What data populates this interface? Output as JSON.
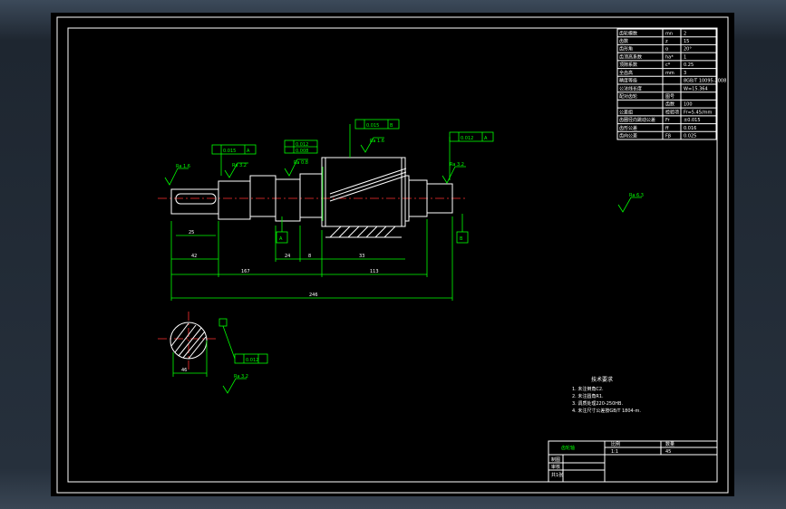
{
  "params_table": {
    "rows": [
      {
        "name": "齿轮模数",
        "sym": "mn",
        "val": "2"
      },
      {
        "name": "齿数",
        "sym": "z",
        "val": "15"
      },
      {
        "name": "齿形角",
        "sym": "α",
        "val": "20°"
      },
      {
        "name": "齿顶高系数",
        "sym": "ha*",
        "val": "1"
      },
      {
        "name": "顶隙系数",
        "sym": "c*",
        "val": "0.25"
      },
      {
        "name": "全齿高",
        "sym": "mm",
        "val": "3"
      },
      {
        "name": "精度等级",
        "sym": "",
        "val": "8GB/T 10095-2008"
      },
      {
        "name": "公法线长度",
        "sym": "",
        "val": "W=15.364"
      },
      {
        "name": "配对齿轮",
        "sym": "图号",
        "val": ""
      },
      {
        "name": "",
        "sym": "齿数",
        "val": "100"
      },
      {
        "name": "公差组",
        "sym": "检验项",
        "val": "Fr=5.45/mm"
      },
      {
        "name": "齿圈径向跳动公差",
        "sym": "Fr",
        "val": "±0.015"
      },
      {
        "name": "齿形公差",
        "sym": "ff",
        "val": "0.016"
      },
      {
        "name": "齿向公差",
        "sym": "Fβ",
        "val": "0.025"
      }
    ]
  },
  "dimensions": {
    "d1": "42",
    "d2": "167",
    "d3": "113",
    "d4": "246",
    "d5": "24",
    "d6": "33",
    "d7": "8",
    "d8": "25",
    "d_small": "46"
  },
  "roughness": {
    "r1": "Ra 1.6",
    "r2": "Ra 3.2",
    "r3": "Ra 0.8",
    "r4": "Ra 1.6",
    "r5": "Ra 3.2",
    "r6": "Ra 6.3",
    "r7": "Ra 3.2"
  },
  "tolerance": {
    "t1": "0.015",
    "t2": "0.012",
    "t3": "0.008",
    "t4": "0.015",
    "t5": "0.012"
  },
  "datums": {
    "a": "A",
    "b": "B"
  },
  "tech_requirements": {
    "title": "技术要求",
    "lines": [
      "1. 未注倒角C2.",
      "2. 未注圆角R1.",
      "3. 调质处理220-250HB.",
      "4. 未注尺寸公差按GB/T 1804-m."
    ]
  },
  "title_block": {
    "name": "齿轮轴",
    "scale_label": "比例",
    "scale": "1:1",
    "qty_label": "数量",
    "material": "45",
    "drawn_by": "制图",
    "checked_by": "审核",
    "sheet": "共1张"
  }
}
